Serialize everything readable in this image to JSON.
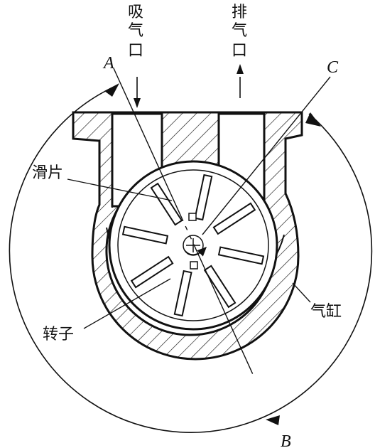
{
  "labels": {
    "intake": [
      "吸",
      "气",
      "口"
    ],
    "exhaust": [
      "排",
      "气",
      "口"
    ],
    "point_a": "A",
    "point_b": "B",
    "point_c": "C",
    "vane": "滑片",
    "rotor": "转子",
    "cylinder": "气缸"
  },
  "rotor": {
    "vane_count": 8
  },
  "colors": {
    "ink": "#111111",
    "background": "#ffffff"
  }
}
